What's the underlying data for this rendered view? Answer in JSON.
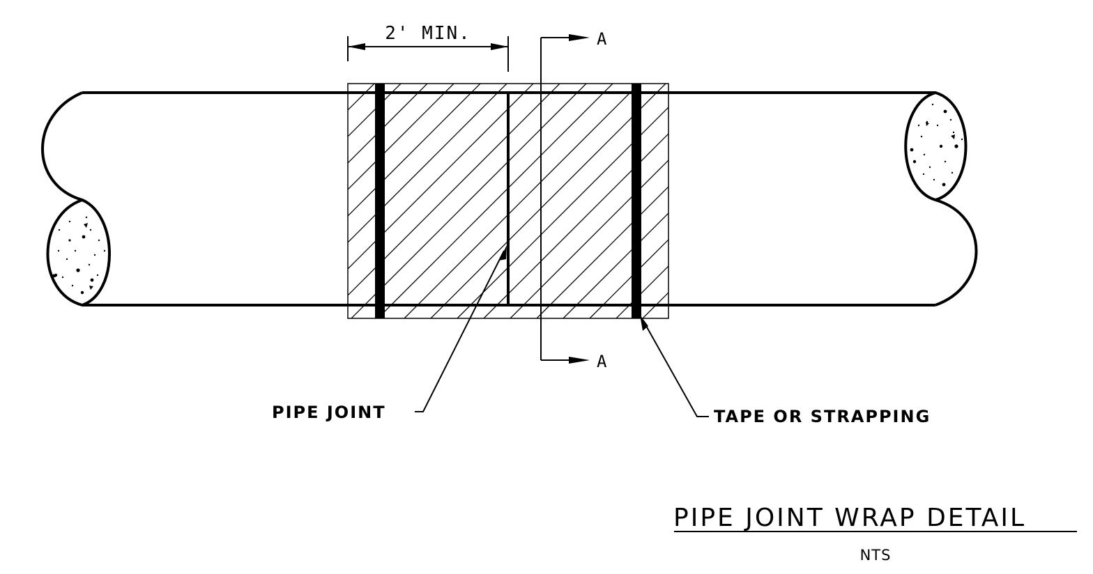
{
  "dimension": {
    "text": "2' MIN."
  },
  "section_marker": {
    "top_label": "A",
    "bottom_label": "A"
  },
  "callouts": {
    "pipe_joint": "PIPE JOINT",
    "tape": "TAPE OR STRAPPING"
  },
  "title": {
    "text": "PIPE JOINT WRAP DETAIL",
    "scale": "NTS"
  },
  "colors": {
    "line": "#000000",
    "background": "#ffffff"
  }
}
